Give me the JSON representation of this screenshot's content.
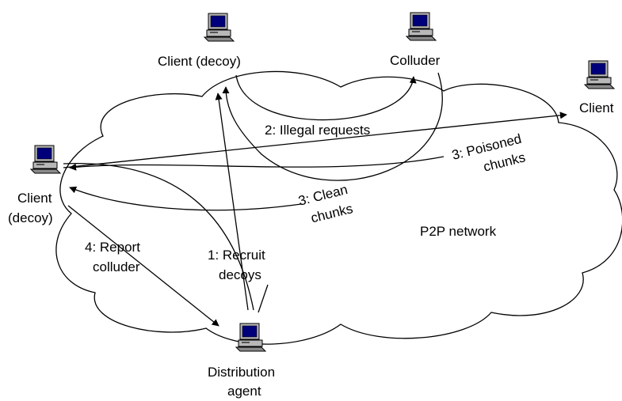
{
  "nodes": {
    "client_decoy_top": {
      "label": "Client (decoy)",
      "icon": "desktop-computer-icon"
    },
    "colluder": {
      "label": "Colluder",
      "icon": "desktop-computer-icon"
    },
    "client_right": {
      "label": "Client",
      "icon": "desktop-computer-icon"
    },
    "client_decoy_left": {
      "line1": "Client",
      "line2": "(decoy)",
      "icon": "desktop-computer-icon"
    },
    "distribution_agent": {
      "line1": "Distribution",
      "line2": "agent",
      "icon": "desktop-computer-icon"
    }
  },
  "network_label": "P2P network",
  "edges": {
    "illegal_requests": "2: Illegal requests",
    "poisoned_chunks": {
      "line1": "3: Poisoned",
      "line2": "chunks"
    },
    "clean_chunks": {
      "line1": "3: Clean",
      "line2": "chunks"
    },
    "report_colluder": {
      "line1": "4: Report",
      "line2": "colluder"
    },
    "recruit_decoys": {
      "line1": "1: Recruit",
      "line2": "decoys"
    }
  },
  "colors": {
    "line": "#000000",
    "monitor_body": "#b8b8b8",
    "screen": "#00007a",
    "background": "#ffffff"
  }
}
